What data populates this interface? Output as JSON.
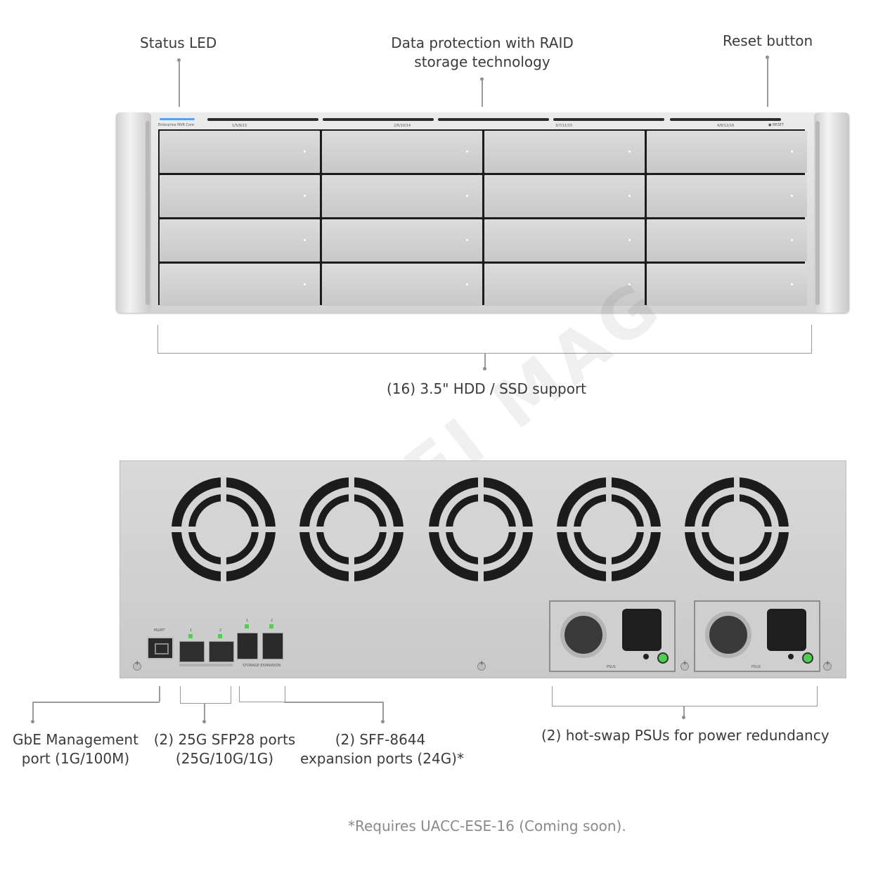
{
  "callouts": {
    "status_led": "Status LED",
    "raid_line1": "Data protection with RAID",
    "raid_line2": "storage technology",
    "reset_button": "Reset button",
    "hdd_support": "(16) 3.5\" HDD / SSD support",
    "gbe_line1": "GbE Management",
    "gbe_line2": "port (1G/100M)",
    "sfp_line1": "(2) 25G SFP28 ports",
    "sfp_line2": "(25G/10G/1G)",
    "sff_line1": "(2) SFF-8644",
    "sff_line2": "expansion ports (24G)*",
    "psu": "(2) hot-swap PSUs for power redundancy"
  },
  "footnote": "*Requires UACC-ESE-16 (Coming soon).",
  "watermark": "WI-FI MAG",
  "front_panel": {
    "brand": "Enterprise NVR Core",
    "bay_groups": [
      "1/5/9/13",
      "2/6/10/14",
      "3/7/11/15",
      "4/8/12/16"
    ],
    "reset_label": "RESET"
  },
  "rear_panel": {
    "mgmt_label": "MGMT",
    "sfp_numbers": [
      "1",
      "2"
    ],
    "exp_numbers": [
      "1",
      "2"
    ],
    "storage_expansion_label": "STORAGE EXPANSION",
    "psu_labels": [
      "PSU1",
      "PSU2"
    ]
  },
  "colors": {
    "status_led": "#4aa3ff",
    "port_led": "#4bd14b",
    "leader": "#9a9a9a"
  }
}
